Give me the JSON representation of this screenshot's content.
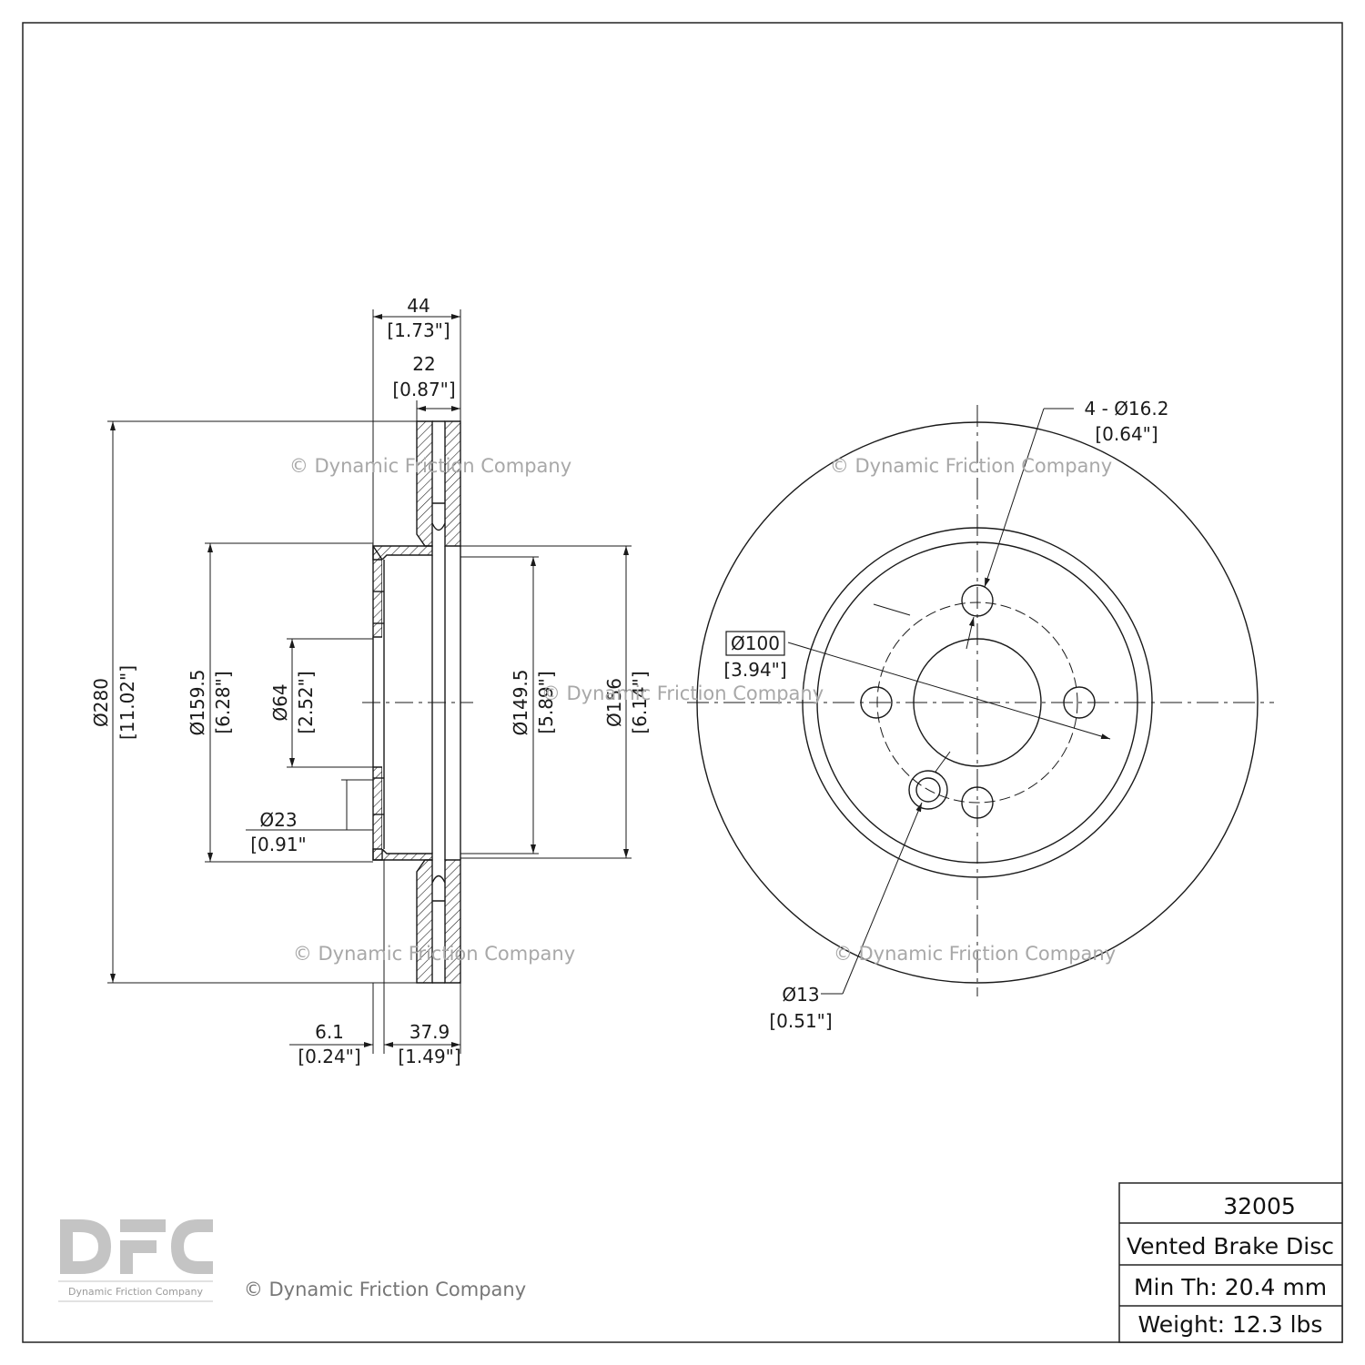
{
  "title_block": {
    "part_number": "32005",
    "description": "Vented Brake Disc",
    "min_thickness": "Min Th: 20.4 mm",
    "weight": "Weight: 12.3 lbs"
  },
  "logo": {
    "letters": "DFC",
    "tagline": "Dynamic Friction Company"
  },
  "watermark": "© Dynamic Friction Company",
  "side_view": {
    "overall_width": {
      "mm": "44",
      "in": "[1.73\"]"
    },
    "rotor_thickness": {
      "mm": "22",
      "in": "[0.87\"]"
    },
    "outer_diameter": {
      "mm": "Ø280",
      "in": "[11.02\"]"
    },
    "hat_outer_diameter": {
      "mm": "Ø159.5",
      "in": "[6.28\"]"
    },
    "center_bore": {
      "mm": "Ø64",
      "in": "[2.52\"]"
    },
    "hat_inner_diameter": {
      "mm": "Ø149.5",
      "in": "[5.89\"]"
    },
    "inner_friction_diameter": {
      "mm": "Ø156",
      "in": "[6.14\"]"
    },
    "pilot": {
      "mm": "Ø23",
      "in": "[0.91\""
    },
    "hat_flange_thickness": {
      "mm": "6.1",
      "in": "[0.24\"]"
    },
    "hat_height": {
      "mm": "37.9",
      "in": "[1.49\"]"
    }
  },
  "front_view": {
    "bolt_holes": {
      "mm": "4 - Ø16.2",
      "in": "[0.64\"]"
    },
    "bolt_circle": {
      "mm": "Ø100",
      "in": "[3.94\"]"
    },
    "locator_hole": {
      "mm": "Ø13",
      "in": "[0.51\"]"
    }
  }
}
